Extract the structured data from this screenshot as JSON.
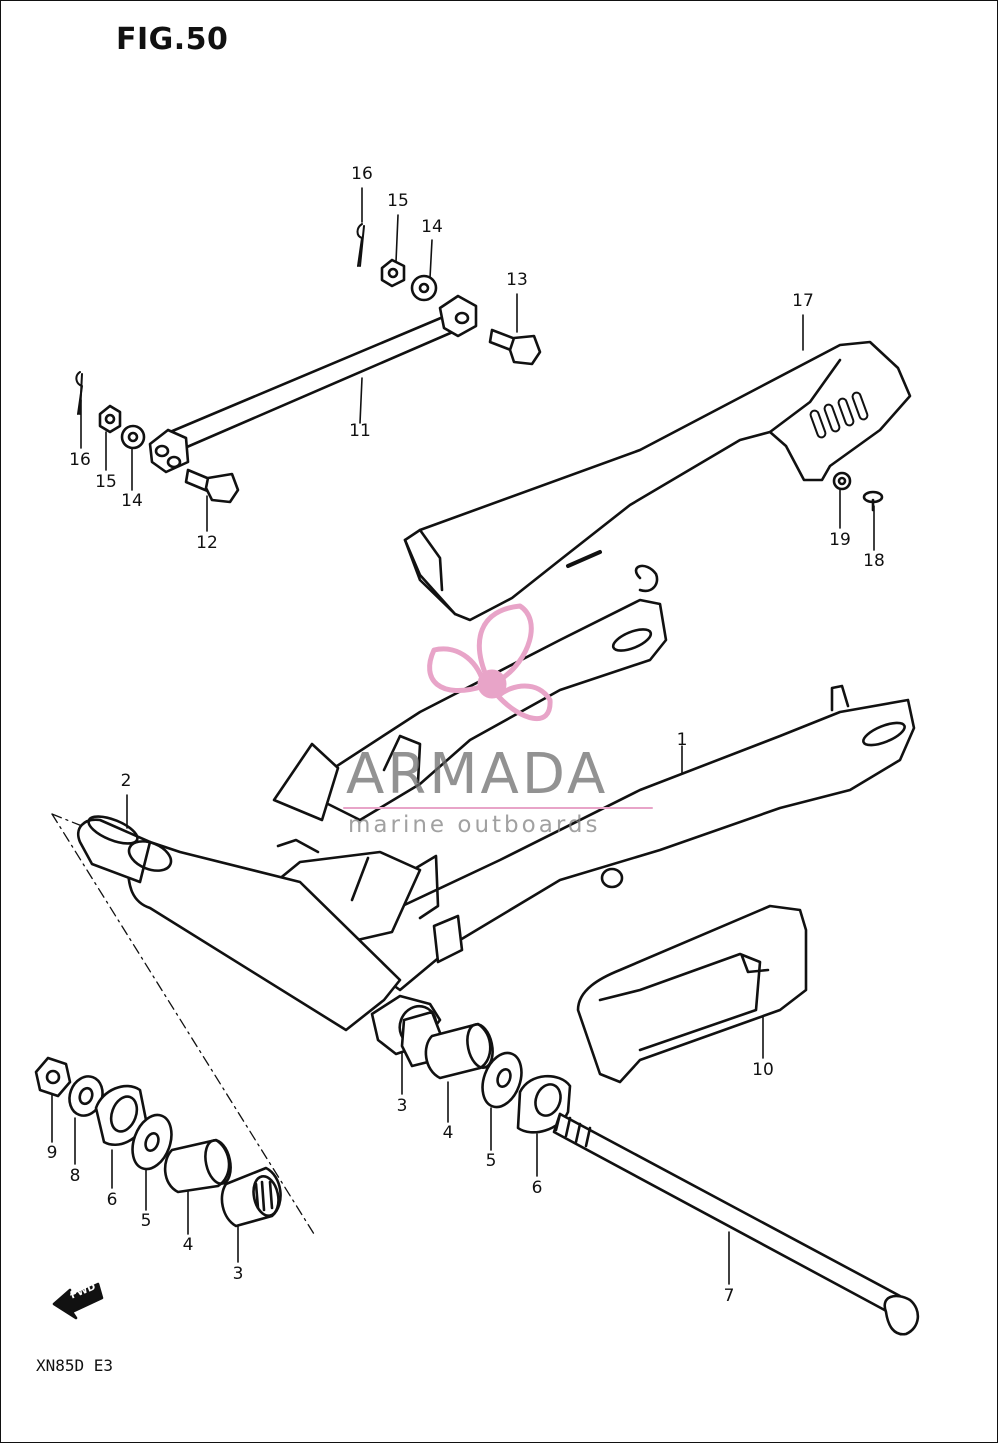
{
  "figure_title": "FIG.50",
  "model_code": "XN85D  E3",
  "fwd_label": "FWD",
  "watermark": {
    "name": "ARMADA",
    "tagline": "marine outboards",
    "logo_icon": "propeller-icon",
    "logo_color": "#e8a4c8"
  },
  "callouts": [
    {
      "id": "c16a",
      "label": "16"
    },
    {
      "id": "c15a",
      "label": "15"
    },
    {
      "id": "c14a",
      "label": "14"
    },
    {
      "id": "c13",
      "label": "13"
    },
    {
      "id": "c17",
      "label": "17"
    },
    {
      "id": "c11",
      "label": "11"
    },
    {
      "id": "c16b",
      "label": "16"
    },
    {
      "id": "c15b",
      "label": "15"
    },
    {
      "id": "c14b",
      "label": "14"
    },
    {
      "id": "c12",
      "label": "12"
    },
    {
      "id": "c19",
      "label": "19"
    },
    {
      "id": "c18",
      "label": "18"
    },
    {
      "id": "c2",
      "label": "2"
    },
    {
      "id": "c1",
      "label": "1"
    },
    {
      "id": "c10",
      "label": "10"
    },
    {
      "id": "c3a",
      "label": "3"
    },
    {
      "id": "c4a",
      "label": "4"
    },
    {
      "id": "c5a",
      "label": "5"
    },
    {
      "id": "c6a",
      "label": "6"
    },
    {
      "id": "c9",
      "label": "9"
    },
    {
      "id": "c8",
      "label": "8"
    },
    {
      "id": "c6b",
      "label": "6"
    },
    {
      "id": "c5b",
      "label": "5"
    },
    {
      "id": "c4b",
      "label": "4"
    },
    {
      "id": "c3b",
      "label": "3"
    },
    {
      "id": "c7",
      "label": "7"
    }
  ]
}
